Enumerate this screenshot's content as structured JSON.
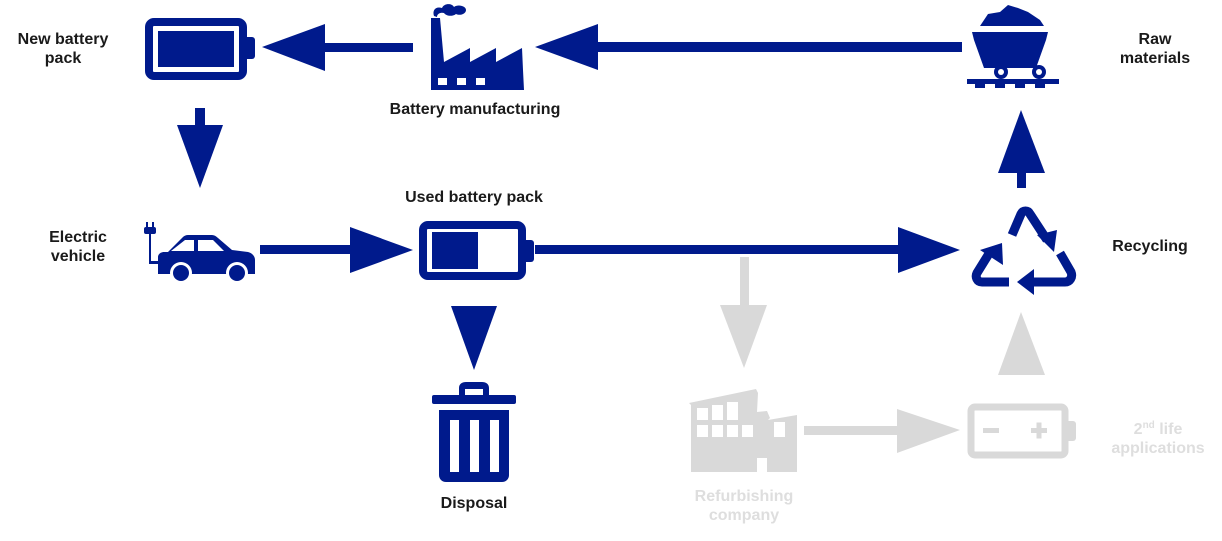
{
  "diagram": {
    "title": "",
    "colors": {
      "primary": "#001a8c",
      "faded": "#d9d9d9",
      "text": "#1a1a1a",
      "faded_text": "#dedede"
    },
    "nodes": {
      "new_battery": {
        "label_line1": "New battery",
        "label_line2": "pack",
        "icon": "battery-full-icon",
        "active": true
      },
      "manufacturing": {
        "label": "Battery manufacturing",
        "icon": "factory-icon",
        "active": true
      },
      "raw_materials": {
        "label_line1": "Raw",
        "label_line2": "materials",
        "icon": "mine-cart-icon",
        "active": true
      },
      "electric_vehicle": {
        "label_line1": "Electric",
        "label_line2": "vehicle",
        "icon": "electric-car-icon",
        "active": true
      },
      "used_battery": {
        "label": "Used battery pack",
        "icon": "battery-half-icon",
        "active": true
      },
      "recycling": {
        "label": "Recycling",
        "icon": "recycle-icon",
        "active": true
      },
      "disposal": {
        "label": "Disposal",
        "icon": "trash-icon",
        "active": true
      },
      "refurbishing": {
        "label_line1": "Refurbishing",
        "label_line2": "company",
        "icon": "building-icon",
        "active": false
      },
      "second_life": {
        "label_num": "2",
        "label_sup": "nd",
        "label_rest": " life",
        "label_line2": "applications",
        "icon": "battery-plus-minus-icon",
        "active": false
      }
    },
    "edges": [
      {
        "from": "raw_materials",
        "to": "manufacturing",
        "active": true
      },
      {
        "from": "manufacturing",
        "to": "new_battery",
        "active": true
      },
      {
        "from": "new_battery",
        "to": "electric_vehicle",
        "active": true
      },
      {
        "from": "electric_vehicle",
        "to": "used_battery",
        "active": true
      },
      {
        "from": "used_battery",
        "to": "recycling",
        "active": true
      },
      {
        "from": "used_battery",
        "to": "disposal",
        "active": true
      },
      {
        "from": "recycling",
        "to": "raw_materials",
        "active": true
      },
      {
        "from": "used_battery",
        "to": "refurbishing",
        "active": false
      },
      {
        "from": "refurbishing",
        "to": "second_life",
        "active": false
      },
      {
        "from": "second_life",
        "to": "recycling",
        "active": false
      }
    ]
  }
}
